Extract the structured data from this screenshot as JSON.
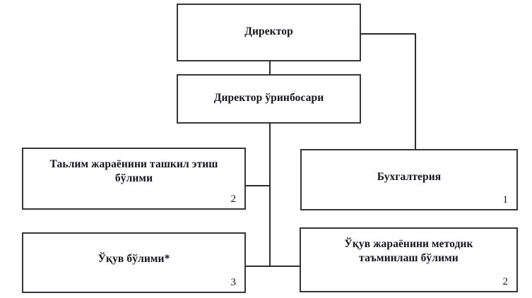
{
  "diagram": {
    "type": "organizational-chart",
    "language": "uz-Cyrl",
    "background_color": "#ffffff",
    "line_color": "#2b2b33",
    "border_color": "#35353d",
    "text_color": "#14141f",
    "nodes": [
      {
        "id": "director",
        "label": "Директор",
        "number": "",
        "level": 0
      },
      {
        "id": "deputy",
        "label": "Директор ўринбосари",
        "number": "",
        "level": 1
      },
      {
        "id": "edu_org",
        "label": "Таьлим жараёнини ташкил этиш\nбўлими",
        "number": "2",
        "level": 2
      },
      {
        "id": "accounting",
        "label": "Бухгалтерия",
        "number": "1",
        "level": 2
      },
      {
        "id": "study",
        "label": "Ўқув бўлими*",
        "number": "3",
        "level": 2
      },
      {
        "id": "method",
        "label": "Ўқув жараёнини методик\nтаъминлаш бўлими",
        "number": "2",
        "level": 2
      }
    ],
    "edges": [
      {
        "from": "director",
        "to": "deputy"
      },
      {
        "from": "director",
        "to": "accounting"
      },
      {
        "from": "deputy",
        "to": "edu_org"
      },
      {
        "from": "deputy",
        "to": "study"
      },
      {
        "from": "deputy",
        "to": "method"
      }
    ]
  }
}
